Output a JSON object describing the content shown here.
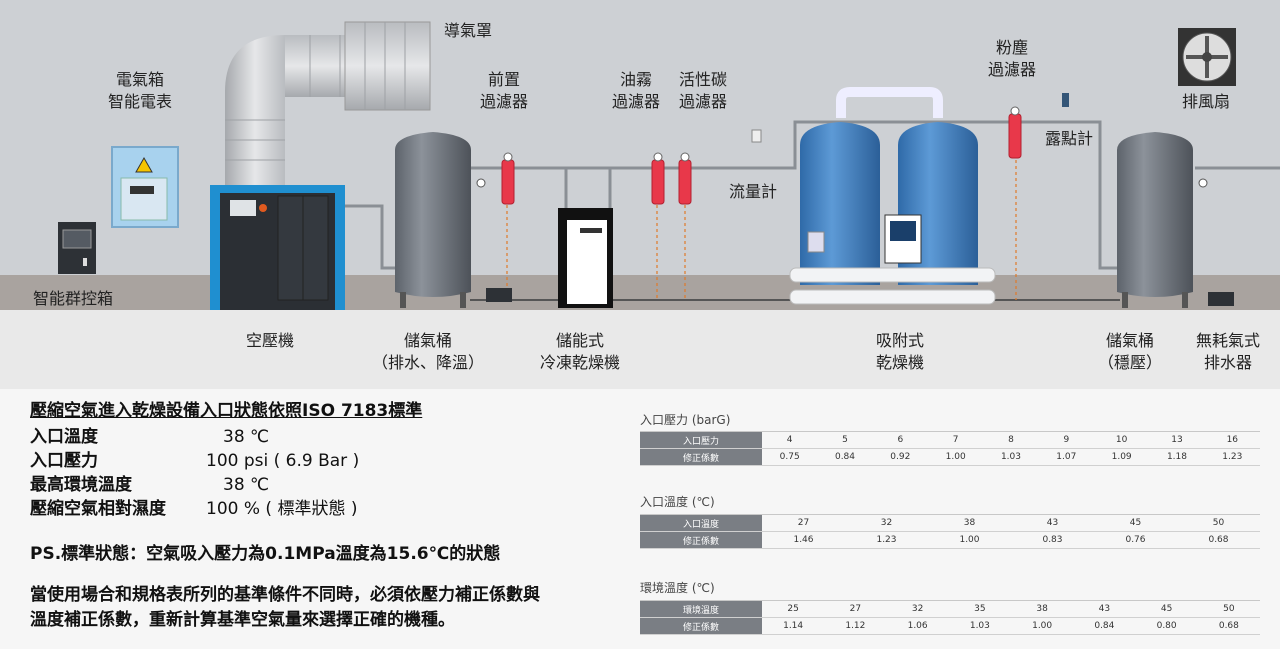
{
  "labels": {
    "hood": "導氣罩",
    "electric_box": "電氣箱\n智能電表",
    "pre_filter": "前置\n過濾器",
    "oil_mist": "油霧\n過濾器",
    "activated_carbon": "活性碳\n過濾器",
    "dust_filter": "粉塵\n過濾器",
    "exhaust_fan": "排風扇",
    "dew_meter": "露點計",
    "flow_meter": "流量計",
    "control_box": "智能群控箱",
    "compressor": "空壓機",
    "tank1": "儲氣桶\n（排水、降溫）",
    "refrig_dryer": "儲能式\n冷凍乾燥機",
    "adsorb_dryer": "吸附式\n乾燥機",
    "tank2": "儲氣桶\n（穩壓）",
    "drain": "無耗氣式\n排水器"
  },
  "specs": {
    "title": "壓縮空氣進入乾燥設備入口狀態依照ISO 7183標準",
    "rows": [
      {
        "k": "入口溫度",
        "v": "　38 ℃"
      },
      {
        "k": "入口壓力",
        "v": "100 psi ( 6.9 Bar )"
      },
      {
        "k": "最高環境溫度",
        "v": "　38 ℃"
      },
      {
        "k": "壓縮空氣相對濕度",
        "v": "100 % ( 標準狀態 )"
      }
    ],
    "ps": "PS.標準狀態：空氣吸入壓力為0.1MPa溫度為15.6℃的狀態",
    "note_line1": "當使用場合和規格表所列的基準條件不同時，必須依壓力補正係數與",
    "note_line2": "溫度補正係數，重新計算基準空氣量來選擇正確的機種。"
  },
  "tables": [
    {
      "title": "入口壓力 (barG)",
      "row1_label": "入口壓力",
      "row1": [
        "4",
        "5",
        "6",
        "7",
        "8",
        "9",
        "10",
        "13",
        "16"
      ],
      "row2_label": "修正係數",
      "row2": [
        "0.75",
        "0.84",
        "0.92",
        "1.00",
        "1.03",
        "1.07",
        "1.09",
        "1.18",
        "1.23"
      ]
    },
    {
      "title": "入口溫度 (℃)",
      "row1_label": "入口溫度",
      "row1": [
        "27",
        "32",
        "38",
        "43",
        "45",
        "50"
      ],
      "row2_label": "修正係數",
      "row2": [
        "1.46",
        "1.23",
        "1.00",
        "0.83",
        "0.76",
        "0.68"
      ]
    },
    {
      "title": "環境溫度 (℃)",
      "row1_label": "環境溫度",
      "row1": [
        "25",
        "27",
        "32",
        "35",
        "38",
        "43",
        "45",
        "50"
      ],
      "row2_label": "修正係數",
      "row2": [
        "1.14",
        "1.12",
        "1.06",
        "1.03",
        "1.00",
        "0.84",
        "0.80",
        "0.68"
      ]
    }
  ]
}
